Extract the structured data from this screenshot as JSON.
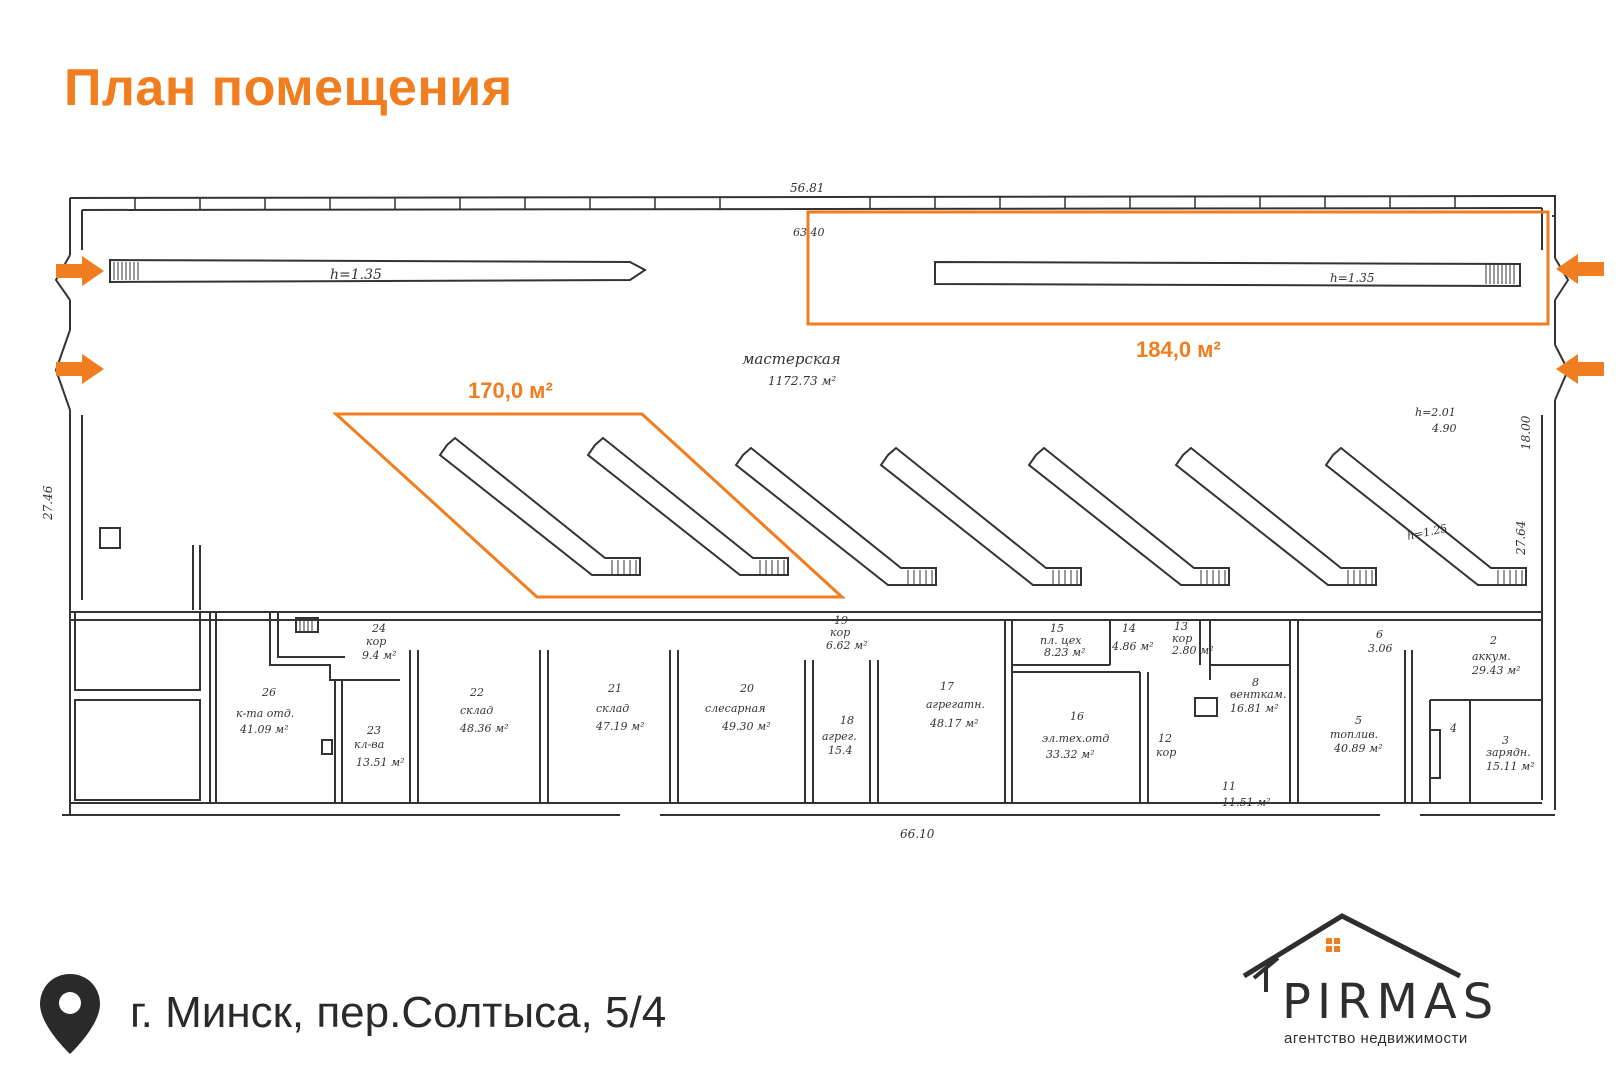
{
  "title": "План помещения",
  "accent_color": "#f07d1f",
  "outline_color": "#333333",
  "areas": {
    "left_zone": "170,0 м²",
    "right_zone": "184,0 м²"
  },
  "plan_labels": {
    "workshop_name": "мастерская",
    "workshop_area": "1172.73 м²",
    "total_length_top": "56.81",
    "total_length_bottom": "66.10",
    "inner_dim": "63.40",
    "left_width": "27.46",
    "right_width": "27.64",
    "right_height": "18.00",
    "rack_height_left": "h=1.35",
    "rack_height_right": "h=1.35",
    "rack_height_diag": "h=1.25",
    "mark_h": "h=2.01",
    "mark_h2": "4.90"
  },
  "rooms": [
    {
      "num": "26",
      "name": "к-та отд.",
      "area": "41.09 м²"
    },
    {
      "num": "24",
      "name": "кор",
      "area": "9.4 м²"
    },
    {
      "num": "23",
      "name": "кл-ва",
      "area": "13.51 м²"
    },
    {
      "num": "22",
      "name": "склад",
      "area": "48.36 м²"
    },
    {
      "num": "21",
      "name": "склад",
      "area": "47.19 м²"
    },
    {
      "num": "20",
      "name": "слесарная",
      "area": "49.30 м²"
    },
    {
      "num": "19",
      "name": "кор",
      "area": "6.62 м²"
    },
    {
      "num": "18",
      "name": "агрег.",
      "area": "15.4"
    },
    {
      "num": "17",
      "name": "агрегатн.",
      "area": "48.17 м²"
    },
    {
      "num": "16",
      "name": "эл.тех.отд",
      "area": "33.32 м²"
    },
    {
      "num": "15",
      "name": "пл. цех",
      "area": "8.23 м²"
    },
    {
      "num": "14",
      "name": "",
      "area": "4.86 м²"
    },
    {
      "num": "13",
      "name": "кор",
      "area": "2.80 м²"
    },
    {
      "num": "12",
      "name": "кор",
      "area": ""
    },
    {
      "num": "11",
      "name": "",
      "area": "11.51 м²"
    },
    {
      "num": "8",
      "name": "венткам.",
      "area": "16.81 м²"
    },
    {
      "num": "6",
      "name": "",
      "area": "3.06"
    },
    {
      "num": "5",
      "name": "топлив.",
      "area": "40.89 м²"
    },
    {
      "num": "4",
      "name": "",
      "area": ""
    },
    {
      "num": "3",
      "name": "зарядн.",
      "area": "15.11 м²"
    },
    {
      "num": "2",
      "name": "аккум.",
      "area": "29.43 м²"
    }
  ],
  "address": "г. Минск, пер.Солтыса, 5/4",
  "icons": {
    "pin": "location-pin-icon",
    "house": "house-roof-icon",
    "arrow": "arrow-right-icon"
  },
  "logo": {
    "name": "PIRMAS",
    "subtitle": "агентство недвижимости"
  }
}
